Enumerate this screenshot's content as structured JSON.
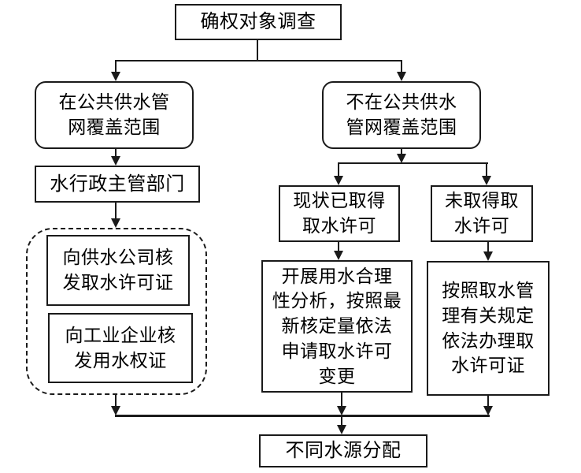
{
  "diagram": {
    "type": "flowchart",
    "direction": "top-down",
    "nodes": {
      "survey": "确权对象调查",
      "in_network": "在公共供水管\n网覆盖范围",
      "not_in_network": "不在公共供水\n管网覆盖范围",
      "water_admin": "水行政主管部门",
      "issue_water_permit": "向供水公司核\n发取水许可证",
      "issue_use_right": "向工业企业核\n发用水权证",
      "has_permit": "现状已取得\n取水许可",
      "no_permit": "未取得取\n水许可",
      "rationality_analysis": "开展用水合理\n性分析，按照最\n新核定量依法\n申请取水许可\n变更",
      "apply_permit": "按照取水管\n理有关规定\n依法办理取\n水许可证",
      "allocation": "不同水源分配"
    },
    "edges": [
      {
        "from": "survey",
        "to": "in_network"
      },
      {
        "from": "survey",
        "to": "not_in_network"
      },
      {
        "from": "in_network",
        "to": "water_admin"
      },
      {
        "from": "water_admin",
        "to": "certificates_group"
      },
      {
        "from": "not_in_network",
        "to": "has_permit"
      },
      {
        "from": "not_in_network",
        "to": "no_permit"
      },
      {
        "from": "has_permit",
        "to": "rationality_analysis"
      },
      {
        "from": "no_permit",
        "to": "apply_permit"
      },
      {
        "from": "certificates_group",
        "to": "allocation"
      },
      {
        "from": "rationality_analysis",
        "to": "allocation"
      },
      {
        "from": "apply_permit",
        "to": "allocation"
      }
    ],
    "colors": {
      "line": "#1a1a1a",
      "text": "#000000",
      "node_fill": "#ffffff",
      "background": "#ffffff"
    }
  }
}
